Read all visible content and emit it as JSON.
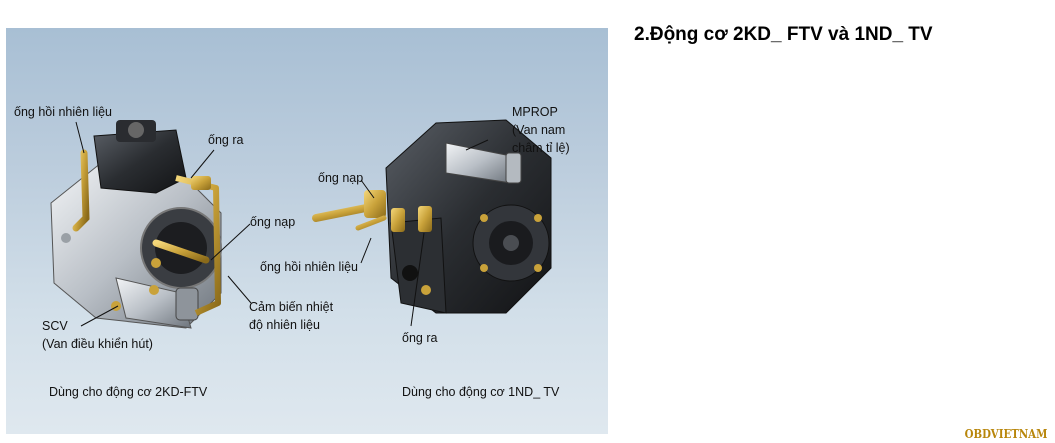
{
  "title": "2.Động cơ 2KD_ FTV và 1ND_ TV",
  "figure": {
    "left_pump": {
      "labels": {
        "return_pipe": "ống hồi nhiên liệu",
        "outlet": "ống ra",
        "inlet": "ống nạp",
        "scv_line1": "SCV",
        "scv_line2": "(Van điều khiển hút)",
        "temp_sensor_line1": "Cảm biến nhiệt",
        "temp_sensor_line2": "độ nhiên liệu"
      },
      "caption": "Dùng cho động cơ 2KD-FTV"
    },
    "right_pump": {
      "labels": {
        "mprop_line1": "MPROP",
        "mprop_line2": "(Van nam",
        "mprop_line3": "châm tỉ lệ)",
        "inlet": "ống nạp",
        "return_pipe": "ống hồi nhiên liệu",
        "outlet": "ống ra"
      },
      "caption": "Dùng cho động cơ 1ND_ TV"
    }
  },
  "brand": "OBDVIETNAM"
}
